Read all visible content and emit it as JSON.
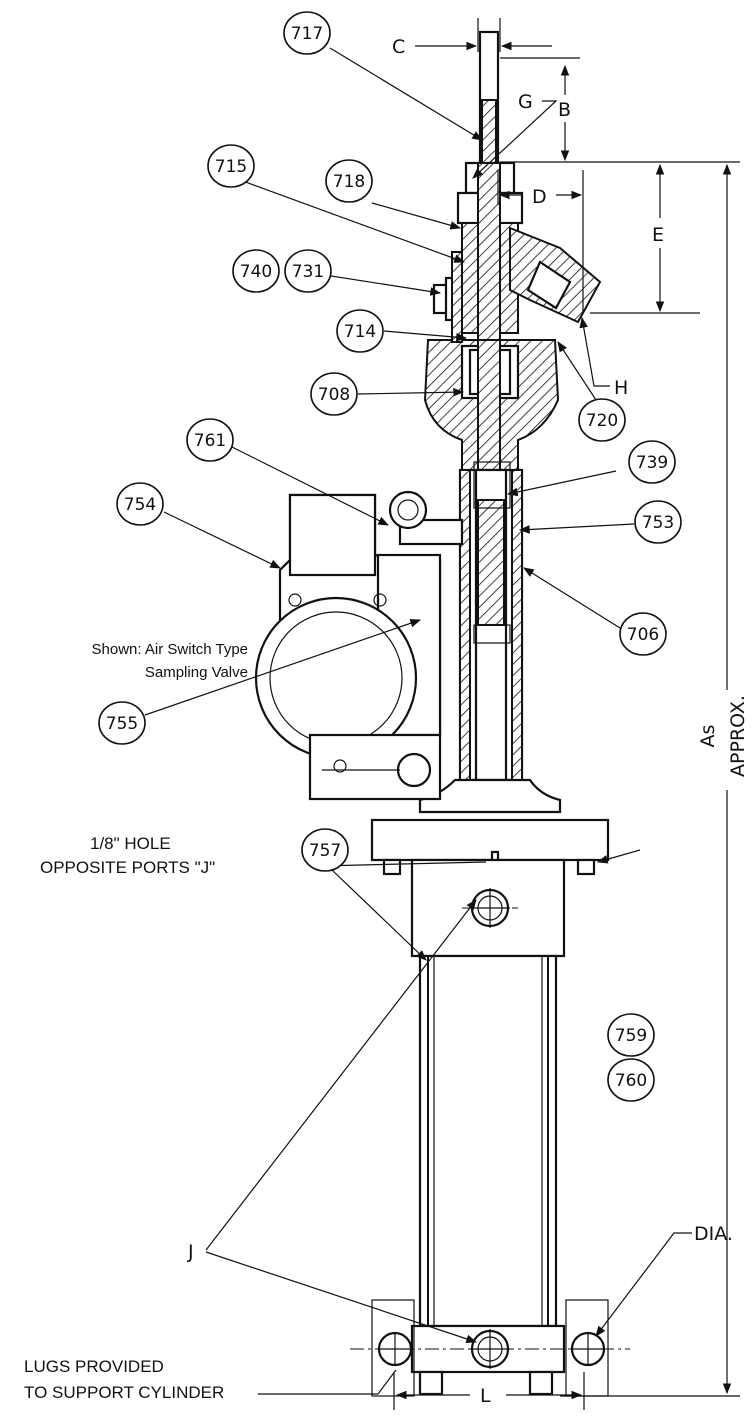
{
  "diagram": {
    "callouts": {
      "c717": "717",
      "c715": "715",
      "c718": "718",
      "c740": "740",
      "c731": "731",
      "c714": "714",
      "c708": "708",
      "c720": "720",
      "c761": "761",
      "c739": "739",
      "c754": "754",
      "c753": "753",
      "c706": "706",
      "c755": "755",
      "c757": "757",
      "c759": "759",
      "c760": "760"
    },
    "letters": {
      "C": "C",
      "B": "B",
      "G": "G",
      "D": "D",
      "E": "E",
      "H": "H",
      "J": "J",
      "L": "L",
      "DIA": "DIA.",
      "As": "As",
      "APPROX": "APPROX."
    },
    "notes": {
      "shown_line1": "Shown: Air Switch Type",
      "shown_line2": "Sampling Valve",
      "hole_line1": "1/8\" HOLE",
      "hole_line2": "OPPOSITE PORTS \"J\"",
      "lugs_line1": "LUGS PROVIDED",
      "lugs_line2": "TO SUPPORT CYLINDER"
    }
  }
}
